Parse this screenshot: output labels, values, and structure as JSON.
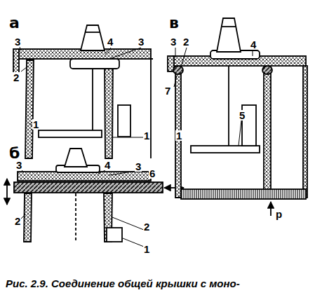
{
  "diagram": {
    "caption": "Рис. 2.9. Соединение общей крышки с моно-",
    "labels": [
      "а",
      "3",
      "4",
      "3",
      "2",
      "1",
      "1",
      "б",
      "3",
      "4",
      "3",
      "6",
      "2",
      "2",
      "1",
      "в",
      "3",
      "2",
      "4",
      "7",
      "5",
      "1",
      "р"
    ]
  }
}
